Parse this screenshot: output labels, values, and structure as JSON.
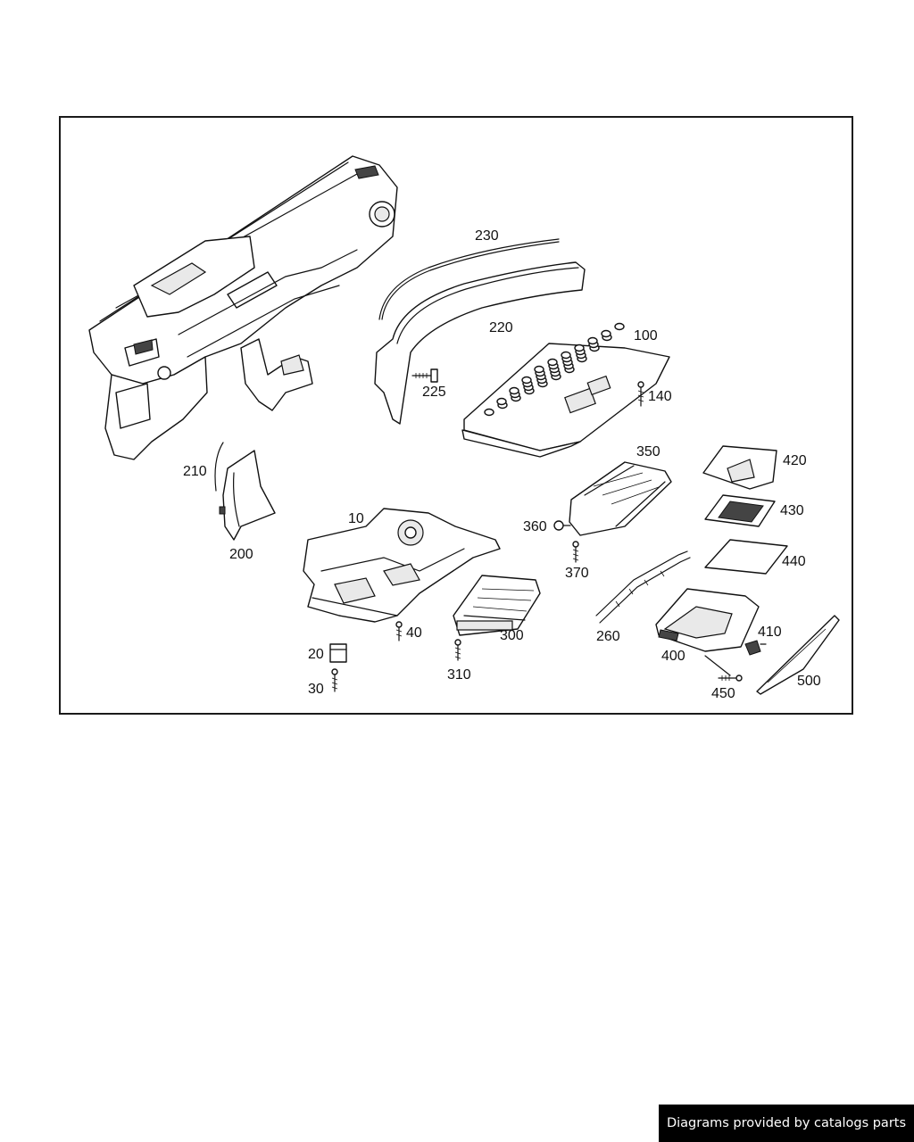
{
  "diagram": {
    "part_labels": [
      "230",
      "220",
      "225",
      "100",
      "140",
      "350",
      "420",
      "430",
      "440",
      "210",
      "200",
      "10",
      "360",
      "370",
      "260",
      "40",
      "300",
      "20",
      "30",
      "310",
      "400",
      "410",
      "450",
      "500"
    ]
  },
  "credit": {
    "text": "Diagrams provided by catalogs parts"
  }
}
